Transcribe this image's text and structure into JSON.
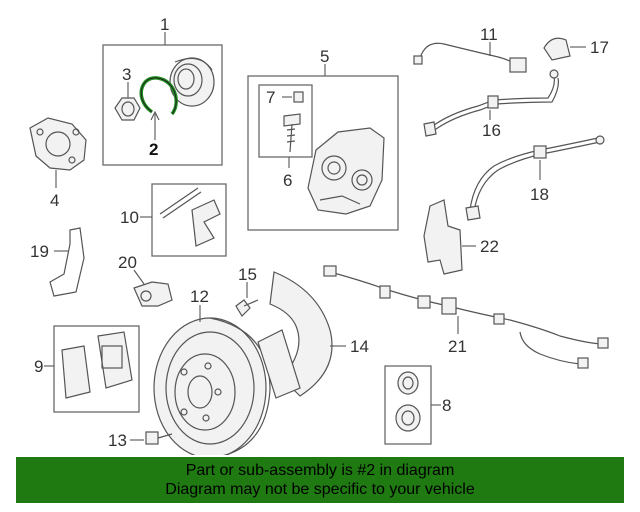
{
  "diagram": {
    "callouts": {
      "c1": "1",
      "c2": "2",
      "c3": "3",
      "c4": "4",
      "c5": "5",
      "c6": "6",
      "c7": "7",
      "c8": "8",
      "c9": "9",
      "c10": "10",
      "c11": "11",
      "c12": "12",
      "c13": "13",
      "c14": "14",
      "c15": "15",
      "c16": "16",
      "c17": "17",
      "c18": "18",
      "c19": "19",
      "c20": "20",
      "c21": "21",
      "c22": "22"
    },
    "highlight_part": "2",
    "highlight_color": "#1f8f1f"
  },
  "banner": {
    "line1": "Part or sub-assembly is #2 in diagram",
    "line2": "Diagram may not be specific to your vehicle",
    "background": "#1f7a12"
  }
}
